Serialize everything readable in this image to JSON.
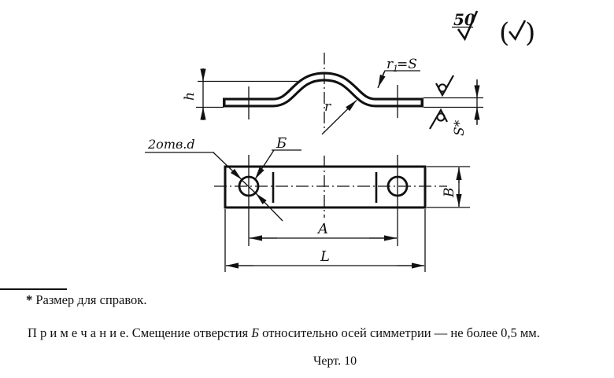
{
  "surface_finish": {
    "roughness_value": "50",
    "paren_open": "(",
    "paren_close": ")"
  },
  "side_view": {
    "height_label": "h",
    "radius_label": "r",
    "radius1_base": "r",
    "radius1_sub": "1",
    "radius1_eq": "=S",
    "thickness_label": "S*"
  },
  "top_view": {
    "holes_label": "2отв.d",
    "hole_name_label": "Б",
    "width_label": "B",
    "hole_spacing_label": "A",
    "length_label": "L"
  },
  "footnote": {
    "asterisk": "*",
    "text": "Размер для справок."
  },
  "note": {
    "intro": "П р и м е ч а н и е.",
    "before_hole": "Смещение отверстия",
    "hole": "Б",
    "after_hole": "относительно осей симметрии — не более 0,5 мм."
  },
  "caption": "Черт. 10"
}
